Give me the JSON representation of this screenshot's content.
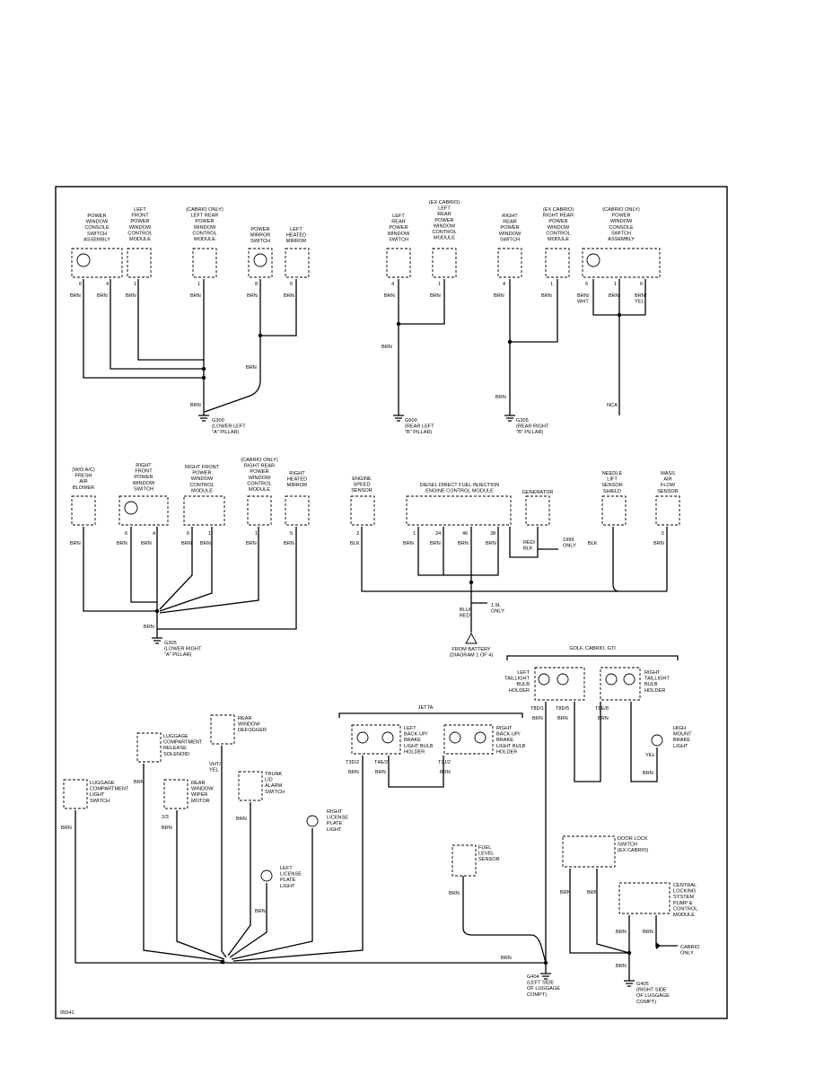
{
  "diagram_id": "95541",
  "panel1": {
    "power_window_console": "POWER\nWINDOW\nCONSOLE\nSWITCH\nASSEMBLY",
    "left_front_pw_module": "LEFT\nFRONT\nPOWER\nWINDOW\nCONTROL\nMODULE",
    "left_rear_pw_module_cabrio": "(CABRIO ONLY)\nLEFT REAR\nPOWER\nWINDOW\nCONTROL\nMODULE",
    "power_mirror_switch": "POWER\nMIRROR\nSWITCH",
    "left_heated_mirror": "LEFT\nHEATED\nMIRROR",
    "pin_a": "6",
    "pin_b": "4",
    "pin_c": "1",
    "pin_d": "1",
    "pin_e": "8",
    "pin_f": "5",
    "wire_a": "BRN",
    "wire_b": "BRN",
    "wire_c": "BRN",
    "wire_d": "BRN",
    "wire_e": "BRN",
    "wire_f": "BRN",
    "wire_mid": "BRN",
    "wire_bottom": "BRN",
    "ground": "G300\n(LOWER LEFT\n\"A\" PILLAR)"
  },
  "panel2": {
    "left_rear_pw_switch": "LEFT\nREAR\nPOWER\nWINDOW\nSWITCH",
    "left_rear_pw_module": "(EX CABRIO)\nLEFT\nREAR\nPOWER\nWINDOW\nCONTROL\nMODULE",
    "pin_a": "4",
    "pin_b": "1",
    "wire_a": "BRN",
    "wire_b": "BRN",
    "wire_c": "BRN",
    "ground": "G600\n(REAR LEFT\n\"B\" PILLAR)"
  },
  "panel3": {
    "right_rear_pw_switch": "RIGHT\nREAR\nPOWER\nWINDOW\nSWITCH",
    "right_rear_pw_module": "(EX CABRIO)\nRIGHT REAR\nPOWER\nWINDOW\nCONTROL\nMODULE",
    "pin_a": "4",
    "pin_b": "1",
    "wire_a": "BRN",
    "wire_b": "BRN",
    "wire_c": "BRN",
    "ground": "G305\n(REAR RIGHT\n\"B\" PILLAR)"
  },
  "panel4": {
    "console_cabrio": "(CABRIO ONLY)\nPOWER\nWINDOW\nCONSOLE\nSWITCH\nASSEMBLY",
    "pin_a": "5",
    "pin_b": "1",
    "pin_c": "6",
    "wire_a": "BRN/\nWHT",
    "wire_b": "BRN",
    "wire_c": "BRN/\nYEL",
    "nca": "NCA"
  },
  "panel5": {
    "fresh_air_blower": "(W/O A/C)\nFRESH\nAIR\nBLOWER",
    "right_front_pw_switch": "RIGHT\nFRONT\nPOWER\nWINDOW\nSWITCH",
    "right_front_pw_module": "RIGHT FRONT\nPOWER\nWINDOW\nCONTROL\nMODULE",
    "right_rear_pw_module_cabrio": "(CABRIO ONLY)\nRIGHT REAR\nPOWER\nWINDOW\nCONTROL\nMODULE",
    "right_heated_mirror": "RIGHT\nHEATED\nMIRROR",
    "pin_a": "6",
    "pin_b": "4",
    "pin_c": "6",
    "pin_d": "1",
    "pin_e": "1",
    "pin_f": "5",
    "wire": "BRN",
    "ground": "G305\n(LOWER RIGHT\n\"A\" PILLAR)"
  },
  "panel6": {
    "engine_speed_sensor": "ENGINE\nSPEED\nSENSOR",
    "ecm": "DIESEL DIRECT FUEL INJECTION\nENGINE CONTROL MODULE",
    "generator": "GENERATOR",
    "needle_lift_sensor": "NEEDLE\nLIFT\nSENSOR\nSHIELD",
    "mass_air_flow": "MASS\nAIR\nFLOW\nSENSOR",
    "pin_a": "3",
    "pin_b": "1",
    "pin_c": "24",
    "pin_d": "46",
    "pin_e": "38",
    "pin_f": "5",
    "wire_a": "BLK",
    "wire_b": "BRN",
    "wire_c": "BRN",
    "wire_d": "BRN",
    "wire_e": "BRN",
    "wire_gen": "RED/\nBLK",
    "year_note": "1999\nONLY",
    "wire_nls": "BLK",
    "wire_maf": "BRN",
    "wire_batt": "BLU/\nRED",
    "tdi_note": "1.9L\nONLY",
    "battery_ref": "FROM BATTERY\n(DIAGRAM 1 OF 4)"
  },
  "panel7": {
    "golf_label": "GOLF, CABRIO, GTI",
    "jetta_label": "JETTA",
    "left_taillight": "LEFT\nTAILLIGHT\nBULB\nHOLDER",
    "right_taillight": "RIGHT\nTAILLIGHT\nBULB\nHOLDER",
    "high_mount_brake": "HIGH\nMOUNT\nBRAKE\nLIGHT",
    "left_backup": "LEFT\nBACK-UP/\nBRAKE\nLIGHT BULB\nHOLDER",
    "right_backup": "RIGHT\nBACK-UP/\nBRAKE\nLIGHT BULB\nHOLDER",
    "rear_defogger": "REAR\nWINDOW\nDEFOGGER",
    "luggage_release": "LUGGAGE\nCOMPARTMENT\nRELEASE\nSOLENOID",
    "luggage_light": "LUGGAGE\nCOMPARTMENT\nLIGHT\nSWITCH",
    "rear_wiper": "REAR\nWINDOW\nWIPER\nMOTOR",
    "trunk_alarm": "TRUNK\nLID\nALARM\nSWITCH",
    "right_license": "RIGHT\nLICENSE\nPLATE\nLIGHT",
    "left_license": "LEFT\nLICENSE\nPLATE\nLIGHT",
    "fuel_level": "FUEL\nLEVEL\nSENSOR",
    "door_lock": "DOOR LOCK\nSWITCH\n(EX CABRIO)",
    "central_locking": "CENTRAL\nLOCKING\nSYSTEM\nPUMP &\nCONTROL\nMODULE",
    "cabrio_only": "CABRIO\nONLY",
    "t8d1": "T8D/1",
    "t8d5": "T8D/5",
    "t8e8": "T8E/8",
    "t3d2": "T3D/2",
    "t4e2": "T4E/2",
    "t3j2": "T3J/2",
    "pin_2_3": "2/3",
    "wire_brn": "BRN",
    "wire_yel": "YEL",
    "wire_vht": "VHT/\nYEL",
    "ground_g404": "G404\n(LEFT SIDE\nOF LUGGAGE\nCOMPT)",
    "ground_g405": "G405\n(RIGHT SIDE\nOF LUGGAGE\nCOMPT)"
  }
}
